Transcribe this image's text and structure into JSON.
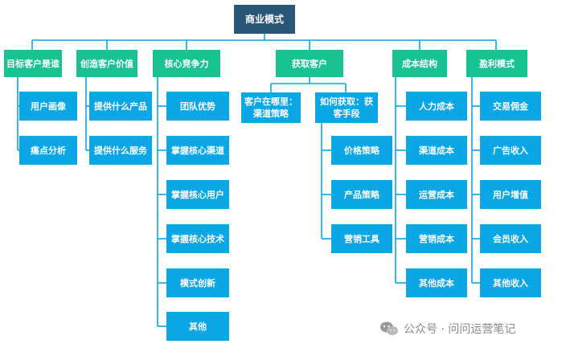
{
  "root": "商业模式",
  "categories": [
    {
      "label": "目标客户是谁",
      "items": [
        "用户画像",
        "痛点分析"
      ]
    },
    {
      "label": "创造客户价值",
      "items": [
        "提供什么产品",
        "提供什么服务"
      ]
    },
    {
      "label": "核心竞争力",
      "items": [
        "团队优势",
        "掌握核心渠道",
        "掌握核心用户",
        "掌握核心技术",
        "模式创新",
        "其他"
      ]
    },
    {
      "label": "获取客户",
      "items": [
        "客户在哪里：\n渠道策略",
        "如何获取：获\n客手段"
      ],
      "subitems": [
        "价格策略",
        "产品策略",
        "营销工具"
      ]
    },
    {
      "label": "成本结构",
      "items": [
        "人力成本",
        "渠道成本",
        "运营成本",
        "营销成本",
        "其他成本"
      ]
    },
    {
      "label": "盈利模式",
      "items": [
        "交易佣金",
        "广告收入",
        "用户增值",
        "会员收入",
        "其他收入"
      ]
    }
  ],
  "watermark": "公众号 · 问问运营笔记",
  "colors": {
    "root": "#2a5677",
    "category": "#19c293",
    "leaf": "#0aa6e6",
    "connector": "#0aa6e6"
  }
}
